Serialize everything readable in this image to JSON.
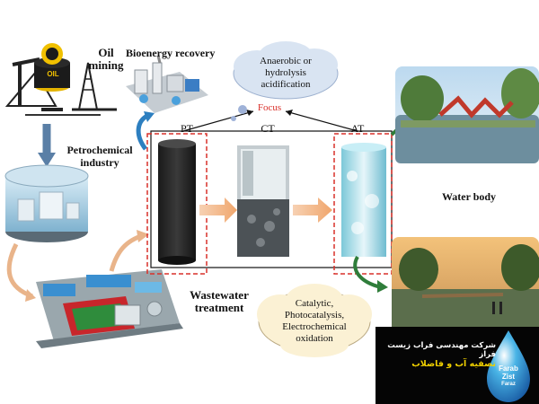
{
  "labels": {
    "oil_mining": "Oil\nmining",
    "bioenergy_recovery": "Bioenergy recovery",
    "petrochemical_industry": "Petrochemical\nindustry",
    "wastewater_treatment": "Wastewater\ntreatment",
    "water_body": "Water body",
    "pt": "PT",
    "ct": "CT",
    "at": "AT",
    "focus": "Focus",
    "oil_barrel_text": "OIL"
  },
  "clouds": {
    "top": "Anaerobic or\nhydrolysis\nacidification",
    "bottom": "Catalytic,\nPhotocatalysis,\nElectrochemical\noxidation"
  },
  "logo": {
    "line1": "شرکت مهندسی فراب زیست فراز",
    "line2": "تصفیه آب و فاضلاب",
    "brand1": "Farab",
    "brand2": "Zist",
    "brand3": "Faraz"
  },
  "colors": {
    "dashed_box": "#d9302a",
    "arrow_green": "#2f7d3a",
    "arrow_blue": "#2d7fc0",
    "focus_red": "#d9302a",
    "logo_bg": "#050505"
  }
}
